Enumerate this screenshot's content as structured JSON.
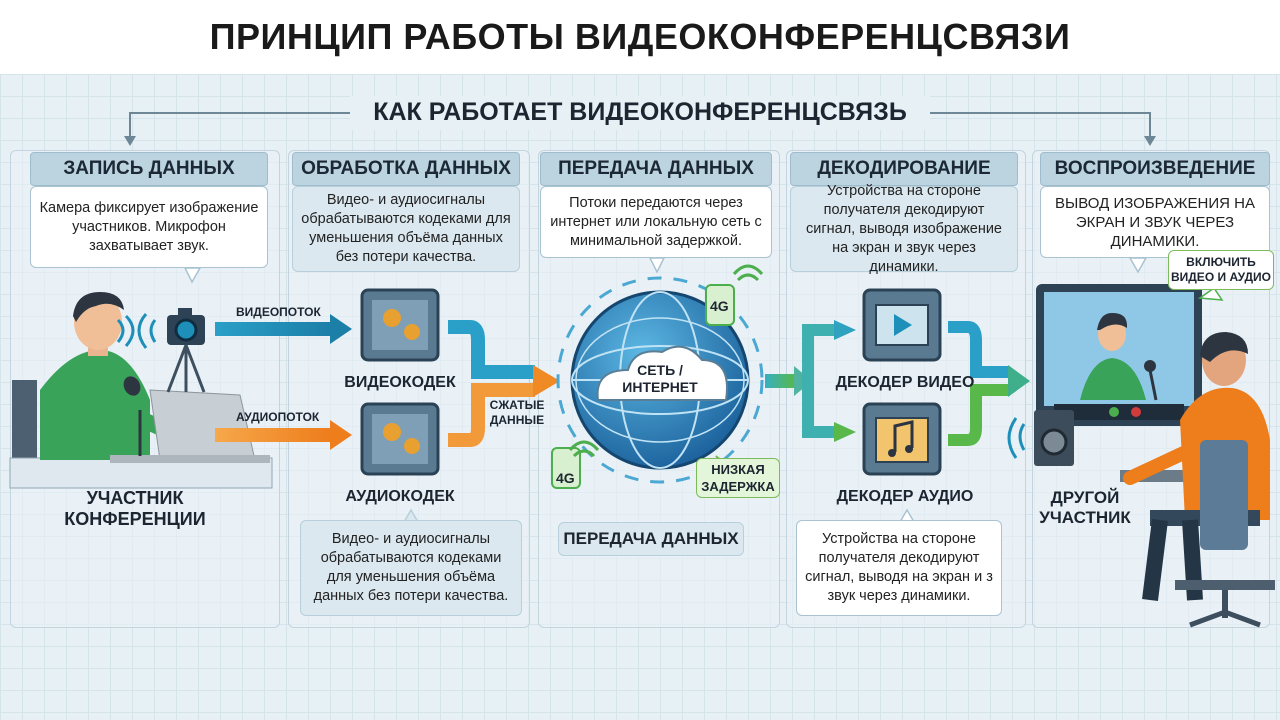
{
  "title": "ПРИНЦИП РАБОТЫ ВИДЕОКОНФЕРЕНЦСВЯЗИ",
  "subtitle": "КАК РАБОТАЕТ ВИДЕОКОНФЕРЕНЦСВЯЗЬ",
  "steps": [
    {
      "header": "ЗАПИСЬ ДАННЫХ",
      "text": "Камера фиксирует изображение участников. Микрофон захватывает звук."
    },
    {
      "header": "ОБРАБОТКА ДАННЫХ",
      "text": "Видео- и аудиосигналы обрабатываются кодеками для уменьшения объёма данных без потери качества."
    },
    {
      "header": "ПЕРЕДАЧА ДАННЫХ",
      "text": "Потоки передаются через интернет или локальную сеть с минимальной задержкой."
    },
    {
      "header": "ДЕКОДИРОВАНИЕ",
      "text": "Устройства на стороне получателя декодируют сигнал, выводя изображение на экран и звук через динамики."
    },
    {
      "header": "ВОСПРОИЗВЕДЕНИЕ",
      "text": "ВЫВОД ИЗОБРАЖЕНИЯ НА ЭКРАН И ЗВУК ЧЕРЕЗ ДИНАМИКИ."
    }
  ],
  "labels": {
    "participant": "УЧАСТНИК КОНФЕРЕНЦИИ",
    "other_participant": "ДРУГОЙ УЧАСТНИК",
    "video_stream": "ВИДЕОПОТОК",
    "audio_stream": "АУДИОПОТОК",
    "video_codec": "ВИДЕОКОДЕК",
    "audio_codec": "АУДИОКОДЕК",
    "compressed": "СЖАТЫЕ ДАННЫЕ",
    "network": "СЕТЬ / ИНТЕРНЕТ",
    "network_4g_top": "4G",
    "network_4g_bottom": "4G",
    "low_latency": "НИЗКАЯ ЗАДЕРЖКА",
    "transmission_tag": "ПЕРЕДАЧА ДАННЫХ",
    "video_decoder": "ДЕКОДЕР ВИДЕО",
    "audio_decoder": "ДЕКОДЕР АУДИО",
    "enable_av": "ВКЛЮЧИТЬ ВИДЕО И АУДИО"
  },
  "bottom_notes": {
    "codec": "Видео- и аудиосигналы обрабатываются кодеками для уменьшения объёма данных без потери качества.",
    "decoder": "Устройства на стороне получателя декодируют сигнал, выводя на экран и з звук через динамики."
  },
  "colors": {
    "accent_blue": "#1e8fb8",
    "accent_orange": "#f08a24",
    "accent_green": "#4cae4c",
    "header_bg": "#bcd3e0"
  }
}
